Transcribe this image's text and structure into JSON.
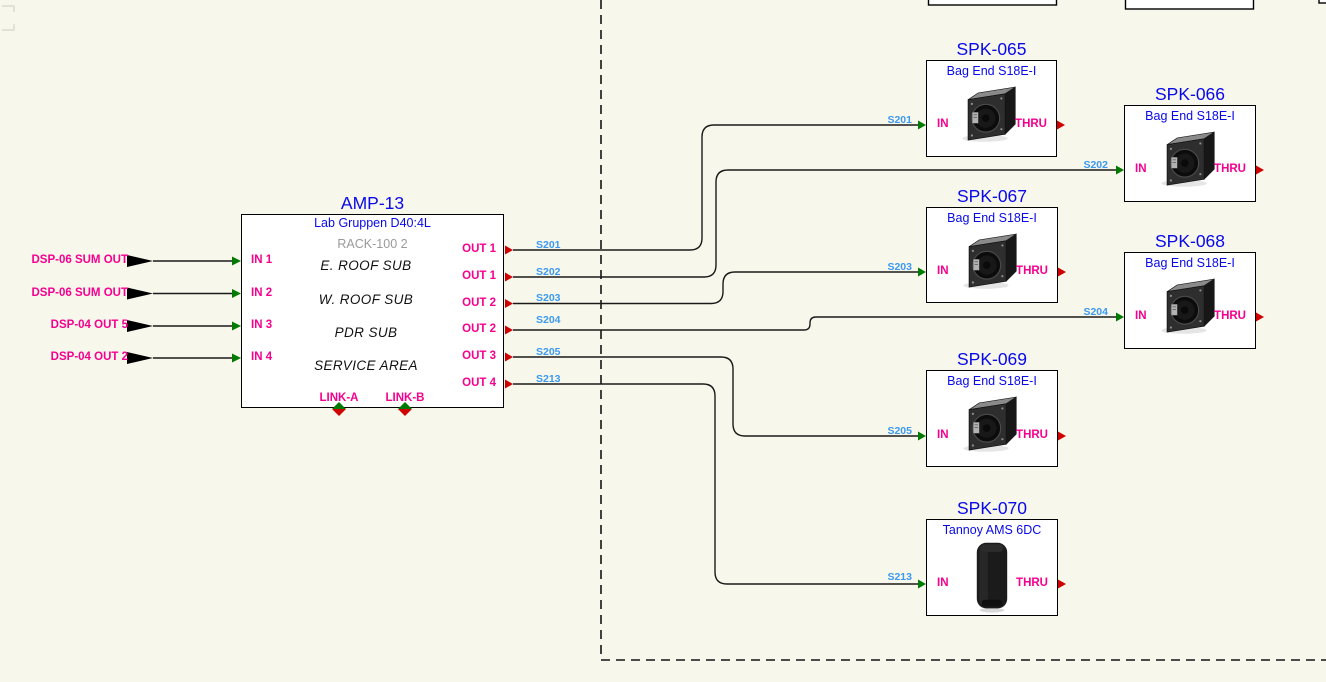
{
  "palette": {
    "background": "#F8F7EB",
    "block_fill": "#FFFFFF",
    "line": "#1A1A1A",
    "title_blue": "#0808EC",
    "wire_label_blue": "#3B9AF0",
    "port_magenta": "#F5008F",
    "arrow_green": "#007A00",
    "arrow_red": "#CE0000",
    "muted_gray": "#9A9A9A",
    "text_black": "#111111"
  },
  "amp": {
    "title": "AMP-13",
    "model": "Lab Gruppen D40:4L",
    "rack_label": "RACK-100 2",
    "channels": [
      "E. ROOF SUB",
      "W. ROOF SUB",
      "PDR SUB",
      "SERVICE AREA"
    ],
    "inputs": [
      {
        "port": "IN 1",
        "source": "DSP-06 SUM OUT"
      },
      {
        "port": "IN 2",
        "source": "DSP-06 SUM OUT"
      },
      {
        "port": "IN 3",
        "source": "DSP-04 OUT 5"
      },
      {
        "port": "IN 4",
        "source": "DSP-04 OUT 2"
      }
    ],
    "outputs": [
      {
        "port": "OUT 1",
        "wire": "S201"
      },
      {
        "port": "OUT 1",
        "wire": "S202"
      },
      {
        "port": "OUT 2",
        "wire": "S203"
      },
      {
        "port": "OUT 2",
        "wire": "S204"
      },
      {
        "port": "OUT 3",
        "wire": "S205"
      },
      {
        "port": "OUT 4",
        "wire": "S213"
      }
    ],
    "links": [
      "LINK-A",
      "LINK-B"
    ]
  },
  "speakers": [
    {
      "id": "SPK-065",
      "model": "Bag End S18E-I",
      "in_port": "IN",
      "thru_port": "THRU",
      "wire": "S201"
    },
    {
      "id": "SPK-066",
      "model": "Bag End S18E-I",
      "in_port": "IN",
      "thru_port": "THRU",
      "wire": "S202"
    },
    {
      "id": "SPK-067",
      "model": "Bag End S18E-I",
      "in_port": "IN",
      "thru_port": "THRU",
      "wire": "S203"
    },
    {
      "id": "SPK-068",
      "model": "Bag End S18E-I",
      "in_port": "IN",
      "thru_port": "THRU",
      "wire": "S204"
    },
    {
      "id": "SPK-069",
      "model": "Bag End S18E-I",
      "in_port": "IN",
      "thru_port": "THRU",
      "wire": "S205"
    },
    {
      "id": "SPK-070",
      "model": "Tannoy AMS 6DC",
      "in_port": "IN",
      "thru_port": "THRU",
      "wire": "S213"
    }
  ]
}
